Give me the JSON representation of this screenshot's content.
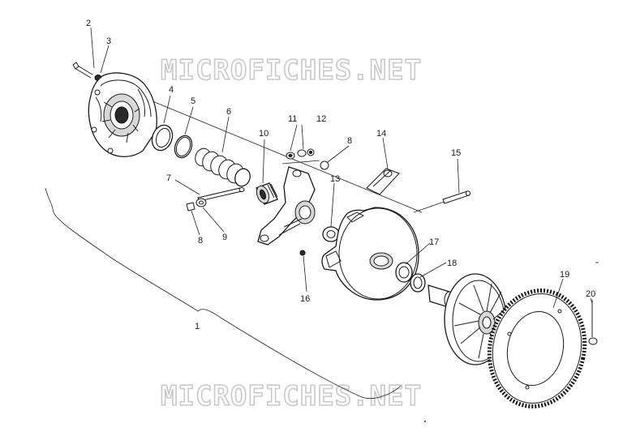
{
  "watermark": {
    "top_text": "MICROFICHES.NET",
    "bottom_text": "MICROFICHES.NET"
  },
  "callouts": {
    "c1": "1",
    "c2": "2",
    "c3": "3",
    "c4": "4",
    "c5": "5",
    "c6": "6",
    "c7": "7",
    "c8a": "8",
    "c8b": "8",
    "c9": "9",
    "c10": "10",
    "c11": "11",
    "c12": "12",
    "c13": "13",
    "c14": "14",
    "c15": "15",
    "c16": "16",
    "c17": "17",
    "c18": "18",
    "c19": "19",
    "c20": "20"
  },
  "colors": {
    "line": "#1a1a1a",
    "watermark_outline": "#c9c9c9",
    "background": "#ffffff"
  }
}
